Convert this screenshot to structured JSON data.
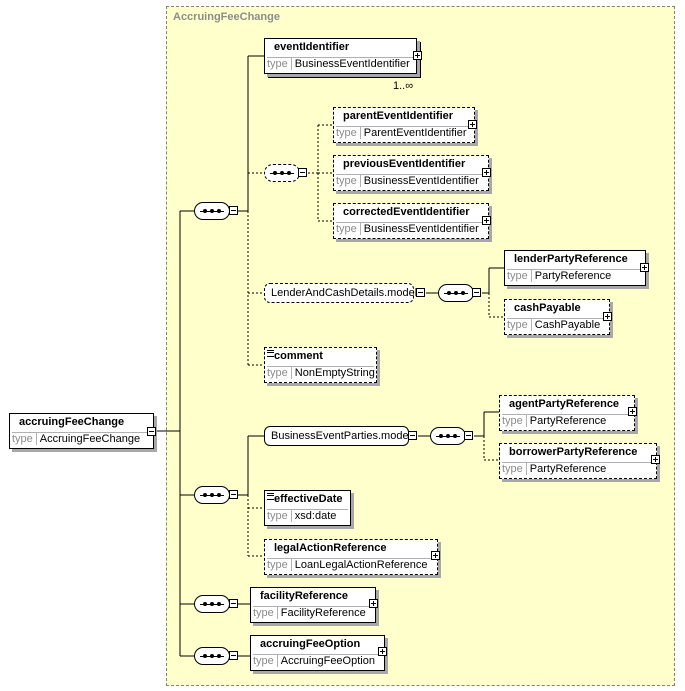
{
  "diagram": {
    "group_title": "AccruingFeeChange",
    "type_label": "type",
    "root": {
      "name": "accruingFeeChange",
      "type": "AccruingFeeChange"
    },
    "elements": {
      "eventIdentifier": {
        "name": "eventIdentifier",
        "type": "BusinessEventIdentifier",
        "cardinality": "1..∞"
      },
      "parentEventIdentifier": {
        "name": "parentEventIdentifier",
        "type": "ParentEventIdentifier"
      },
      "previousEventIdentifier": {
        "name": "previousEventIdentifier",
        "type": "BusinessEventIdentifier"
      },
      "correctedEventIdentifier": {
        "name": "correctedEventIdentifier",
        "type": "BusinessEventIdentifier"
      },
      "lenderPartyReference": {
        "name": "lenderPartyReference",
        "type": "PartyReference"
      },
      "cashPayable": {
        "name": "cashPayable",
        "type": "CashPayable"
      },
      "comment": {
        "name": "comment",
        "type": "NonEmptyString"
      },
      "agentPartyReference": {
        "name": "agentPartyReference",
        "type": "PartyReference"
      },
      "borrowerPartyReference": {
        "name": "borrowerPartyReference",
        "type": "PartyReference"
      },
      "effectiveDate": {
        "name": "effectiveDate",
        "type": "xsd:date"
      },
      "legalActionReference": {
        "name": "legalActionReference",
        "type": "LoanLegalActionReference"
      },
      "facilityReference": {
        "name": "facilityReference",
        "type": "FacilityReference"
      },
      "accruingFeeOption": {
        "name": "accruingFeeOption",
        "type": "AccruingFeeOption"
      }
    },
    "groups": {
      "lenderAndCash": "LenderAndCashDetails.model",
      "businessEventParties": "BusinessEventParties.model"
    }
  }
}
